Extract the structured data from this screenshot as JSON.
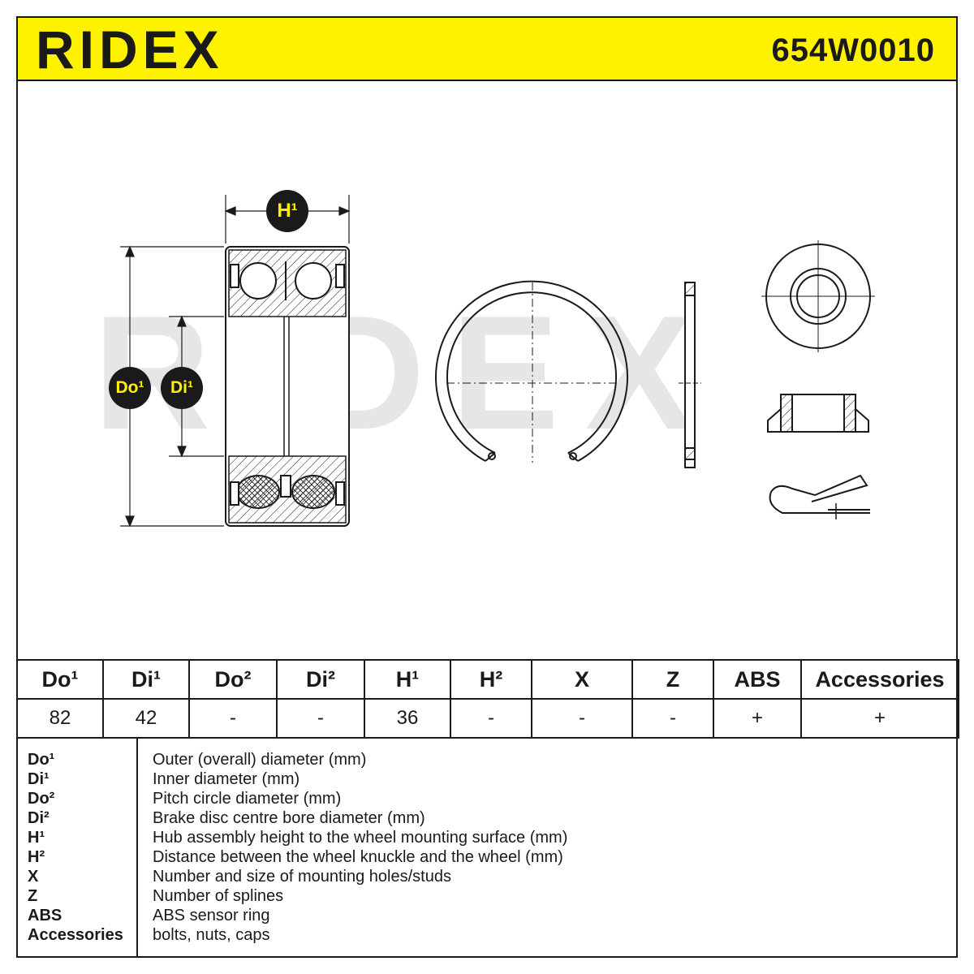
{
  "header": {
    "brand": "RIDEX",
    "part_number": "654W0010",
    "brand_color": "#fff200"
  },
  "watermark": "RIDEX",
  "badges": {
    "h1": "H¹",
    "do1": "Do¹",
    "di1": "Di¹"
  },
  "specs": {
    "headers": [
      "Do¹",
      "Di¹",
      "Do²",
      "Di²",
      "H¹",
      "H²",
      "X",
      "Z",
      "ABS",
      "Accessories"
    ],
    "values": [
      "82",
      "42",
      "-",
      "-",
      "36",
      "-",
      "-",
      "-",
      "+",
      "+"
    ]
  },
  "legend": [
    {
      "key": "Do¹",
      "desc": "Outer (overall) diameter (mm)"
    },
    {
      "key": "Di¹",
      "desc": "Inner diameter (mm)"
    },
    {
      "key": "Do²",
      "desc": "Pitch circle diameter (mm)"
    },
    {
      "key": "Di²",
      "desc": "Brake disc centre bore diameter (mm)"
    },
    {
      "key": "H¹",
      "desc": "Hub assembly height to the wheel mounting surface (mm)"
    },
    {
      "key": "H²",
      "desc": "Distance between the wheel knuckle and the wheel (mm)"
    },
    {
      "key": "X",
      "desc": "Number and size of mounting holes/studs"
    },
    {
      "key": "Z",
      "desc": "Number of splines"
    },
    {
      "key": "ABS",
      "desc": "ABS sensor ring"
    },
    {
      "key": "Accessories",
      "desc": "bolts, nuts, caps"
    }
  ]
}
